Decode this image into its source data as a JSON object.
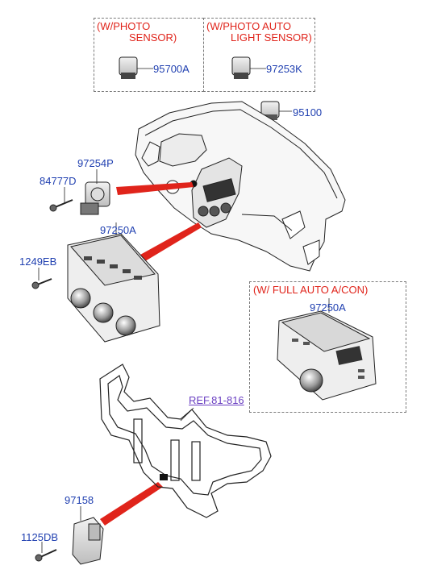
{
  "options": {
    "photo_sensor": {
      "line1": "(W/PHOTO",
      "line2": "SENSOR)",
      "part": "95700A"
    },
    "photo_auto_light_sensor": {
      "line1": "(W/PHOTO  AUTO",
      "line2": "LIGHT SENSOR)",
      "part": "97253K"
    },
    "full_auto_acon": {
      "title": "(W/ FULL AUTO A/CON)",
      "part": "97250A"
    }
  },
  "parts": {
    "p95100": "95100",
    "p97254P": "97254P",
    "p84777D": "84777D",
    "p97250A": "97250A",
    "p1249EB": "1249EB",
    "p97158": "97158",
    "p1125DB": "1125DB"
  },
  "reference": {
    "label": "REF.81-816"
  },
  "colors": {
    "part_label": "#1f3fb0",
    "option_text": "#e0241b",
    "leader": "#e0241b",
    "reference": "#6a3fc2"
  }
}
